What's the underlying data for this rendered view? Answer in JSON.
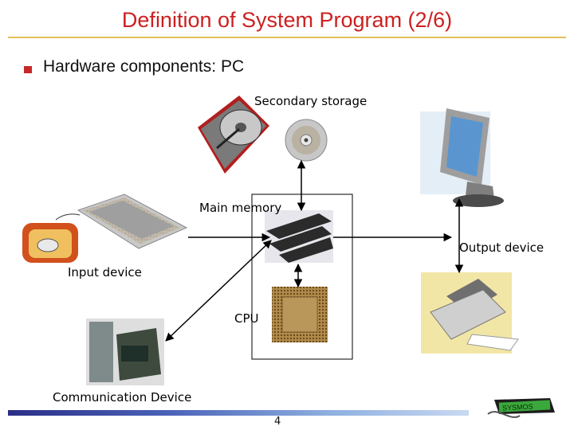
{
  "slide": {
    "title": "Definition of System Program (2/6)",
    "bullet": "Hardware components: PC",
    "page_number": "4"
  },
  "diagram": {
    "secondary_storage": "Secondary storage",
    "main_memory": "Main memory",
    "output_device": "Output device",
    "input_device": "Input device",
    "cpu": "CPU",
    "communication_device": "Communication Device"
  },
  "logo": {
    "text": "SYSMOS"
  }
}
